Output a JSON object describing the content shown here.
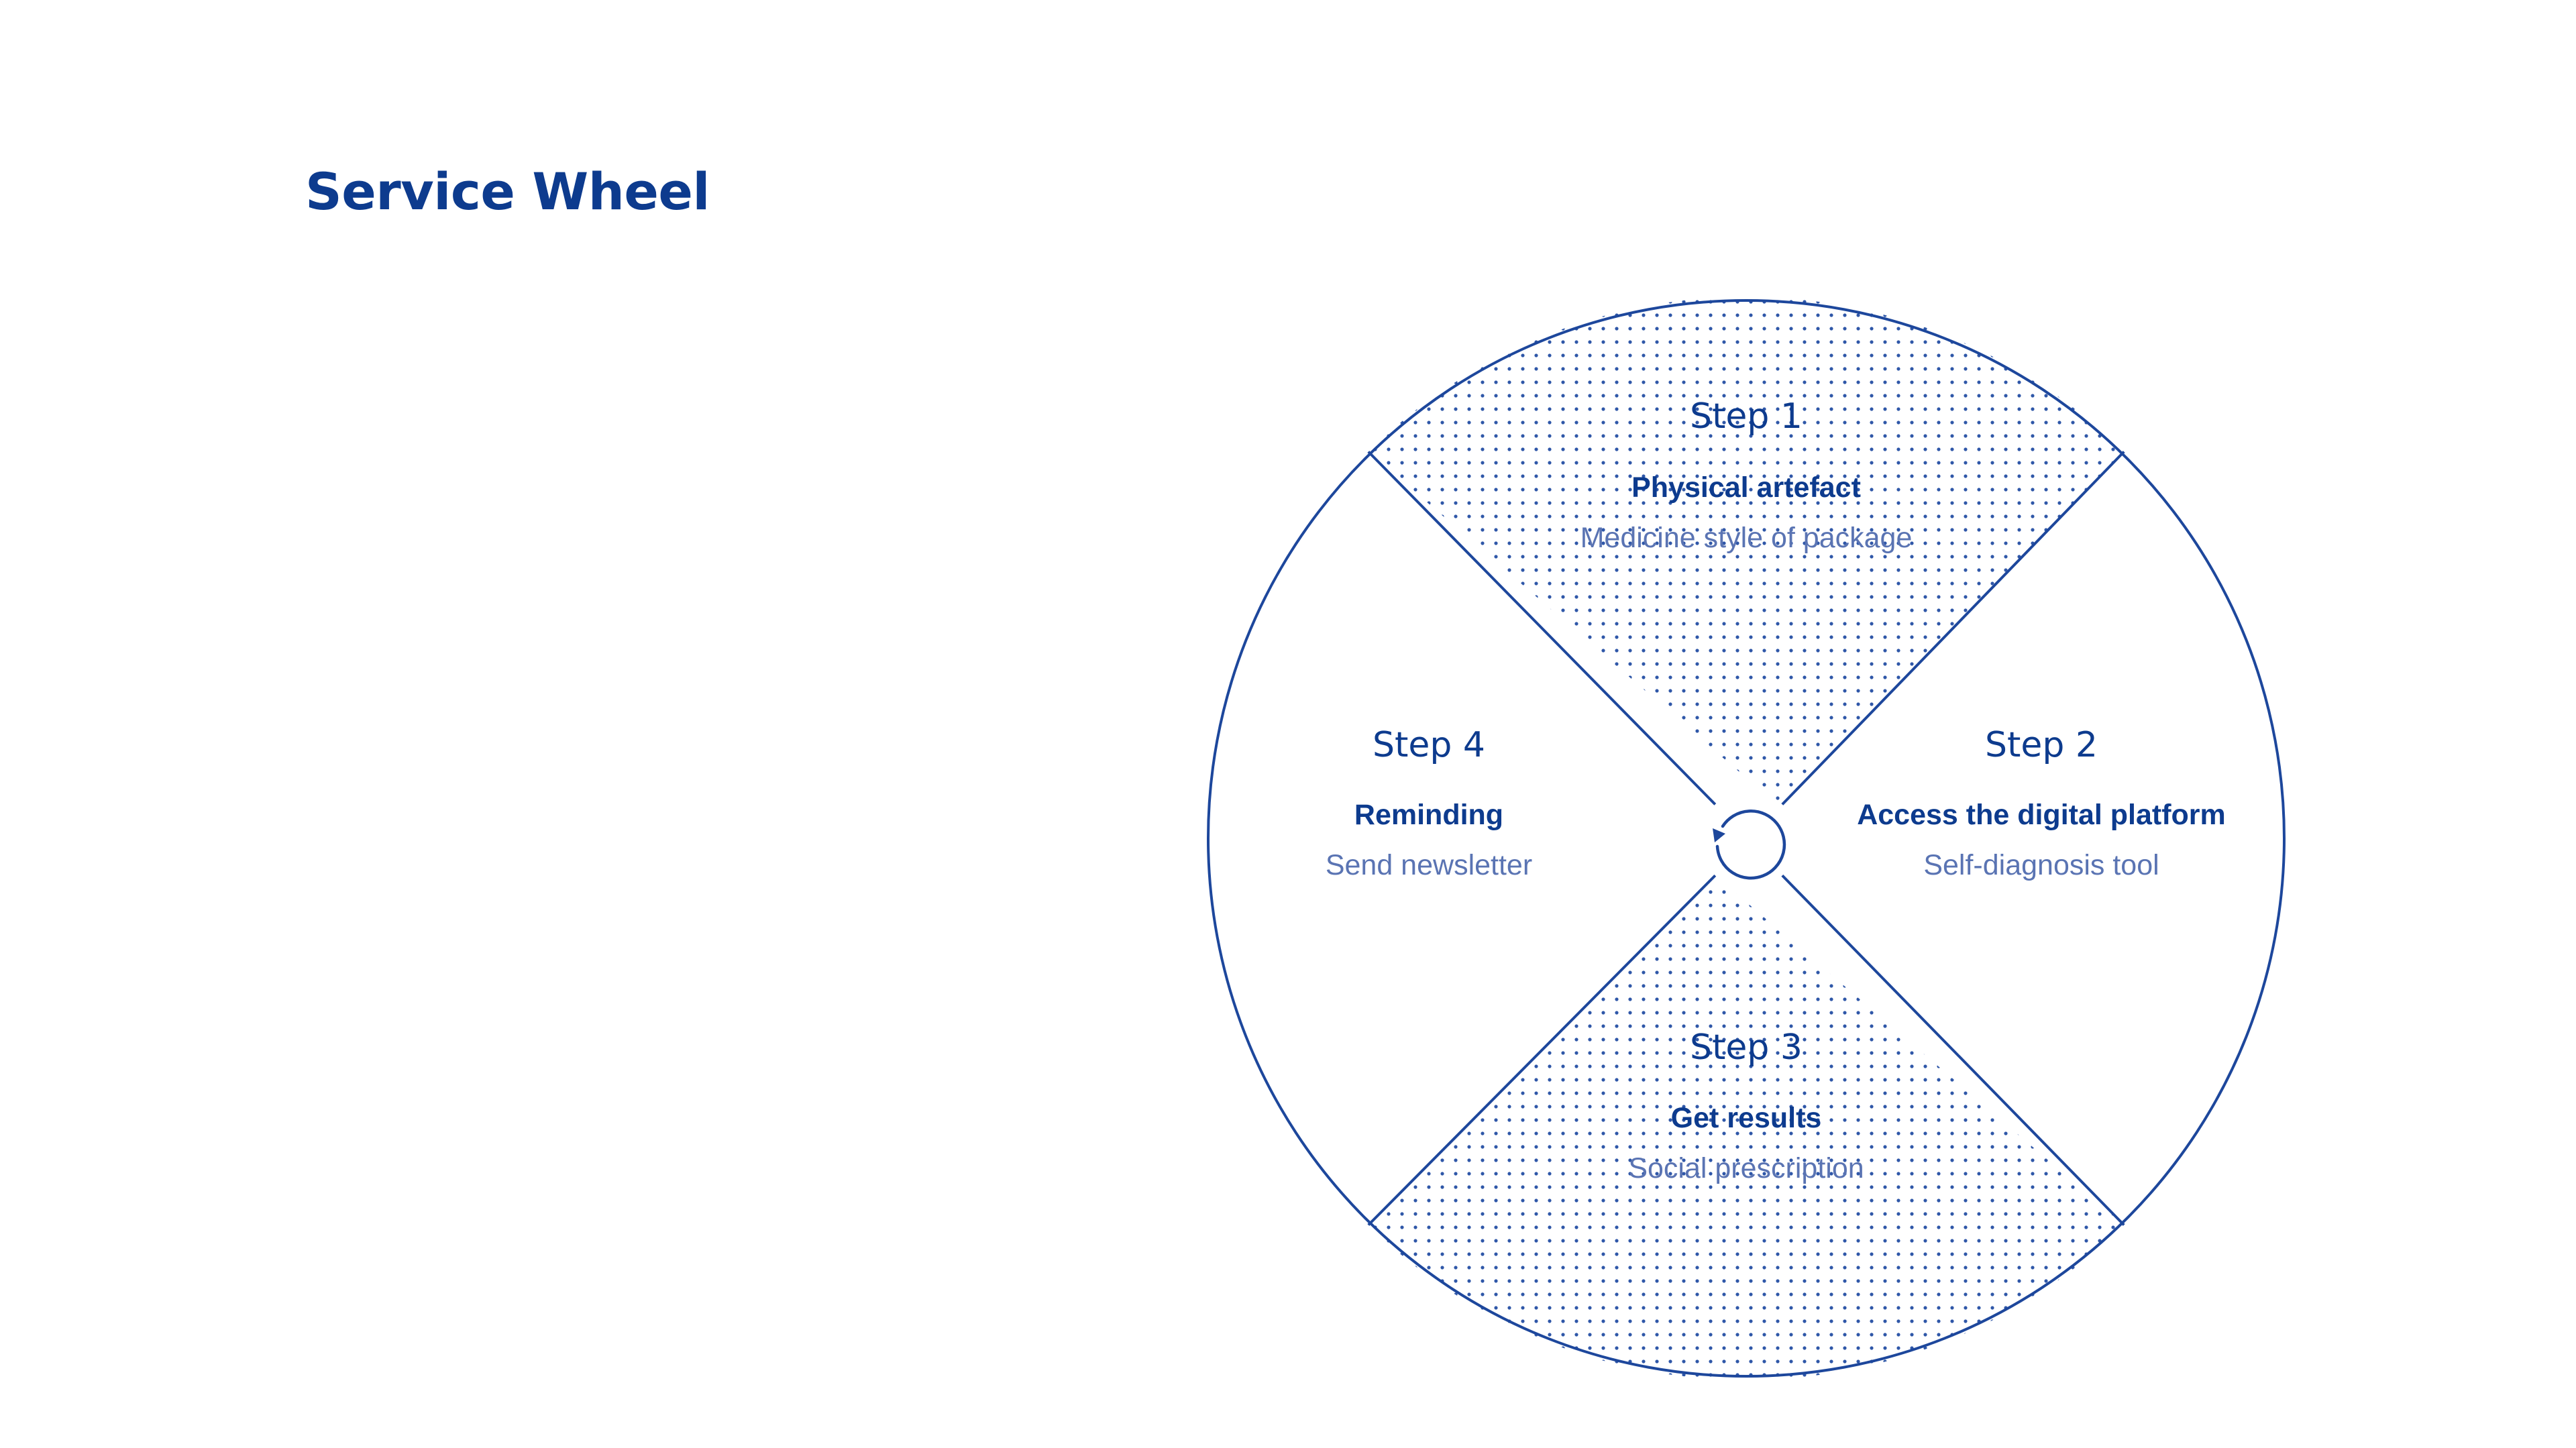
{
  "page": {
    "title": "Service Wheel"
  },
  "colors": {
    "primary": "#0d3b8e",
    "secondary": "#5a74b3",
    "line": "#1d479c",
    "background": "#ffffff"
  },
  "wheel": {
    "center_icon": "cycle-arrow-icon",
    "steps": [
      {
        "label": "Step 1",
        "heading": "Physical artefact",
        "description": "Medicine style of package",
        "pattern": "dotted"
      },
      {
        "label": "Step 2",
        "heading": "Access the digital platform",
        "description": "Self-diagnosis tool",
        "pattern": "plain"
      },
      {
        "label": "Step 3",
        "heading": "Get results",
        "description": "Social prescription",
        "pattern": "dotted"
      },
      {
        "label": "Step 4",
        "heading": "Reminding",
        "description": "Send newsletter",
        "pattern": "plain"
      }
    ]
  }
}
